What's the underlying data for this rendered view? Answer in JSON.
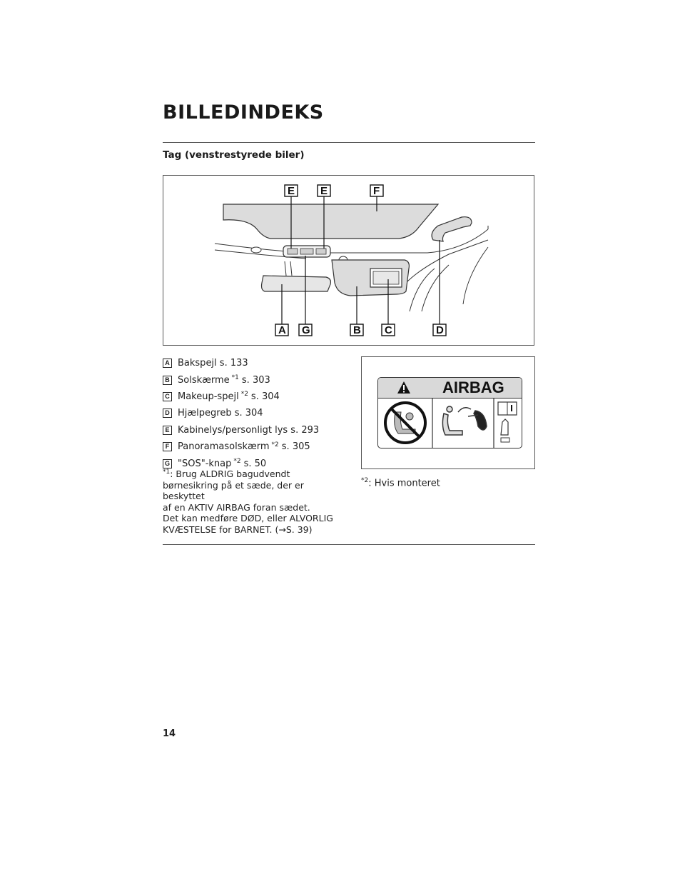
{
  "header": {
    "title": "BILLEDINDEKS"
  },
  "section": {
    "subtitle": "Tag (venstrestyrede biler)"
  },
  "figure": {
    "callouts_top": [
      "E",
      "E",
      "F"
    ],
    "callouts_bottom": [
      "A",
      "G",
      "B",
      "C",
      "D"
    ]
  },
  "items": [
    {
      "key": "A",
      "label": "Bakspejl s. 133",
      "sup": ""
    },
    {
      "key": "B",
      "label": "Solskærme",
      "sup": "*1",
      "suffix": "s. 303"
    },
    {
      "key": "C",
      "label": "Makeup-spejl",
      "sup": "*2",
      "suffix": "s. 304"
    },
    {
      "key": "D",
      "label": "Hjælpegreb s. 304",
      "sup": ""
    },
    {
      "key": "E",
      "label": "Kabinelys/personligt lys s. 293",
      "sup": ""
    },
    {
      "key": "F",
      "label": "Panoramasolskærm",
      "sup": "*2",
      "suffix": "s. 305"
    },
    {
      "key": "G",
      "label": "\"SOS\"-knap",
      "sup": "*2",
      "suffix": "s. 50"
    }
  ],
  "footnote1": {
    "marker": "*1",
    "line1": ": Brug ALDRIG bagudvendt",
    "line2": "børnesikring på et sæde, der er beskyttet",
    "line3": "af en AKTIV AIRBAG foran sædet.",
    "line4": "Det kan medføre DØD, eller ALVORLIG",
    "line5": "KVÆSTELSE for BARNET. (→S. 39)"
  },
  "airbag_label": {
    "title": "AIRBAG"
  },
  "footnote2": {
    "marker": "*2",
    "text": ": Hvis monteret"
  },
  "page": {
    "number": "14"
  },
  "colors": {
    "rule": "#555555",
    "roof_fill": "#dcdcdc",
    "label_header": "#d9d9d9"
  },
  "icons": [
    "warning-triangle-icon",
    "no-rear-facing-child-seat-icon",
    "seat-airbag-deploy-icon",
    "read-manual-icon"
  ]
}
